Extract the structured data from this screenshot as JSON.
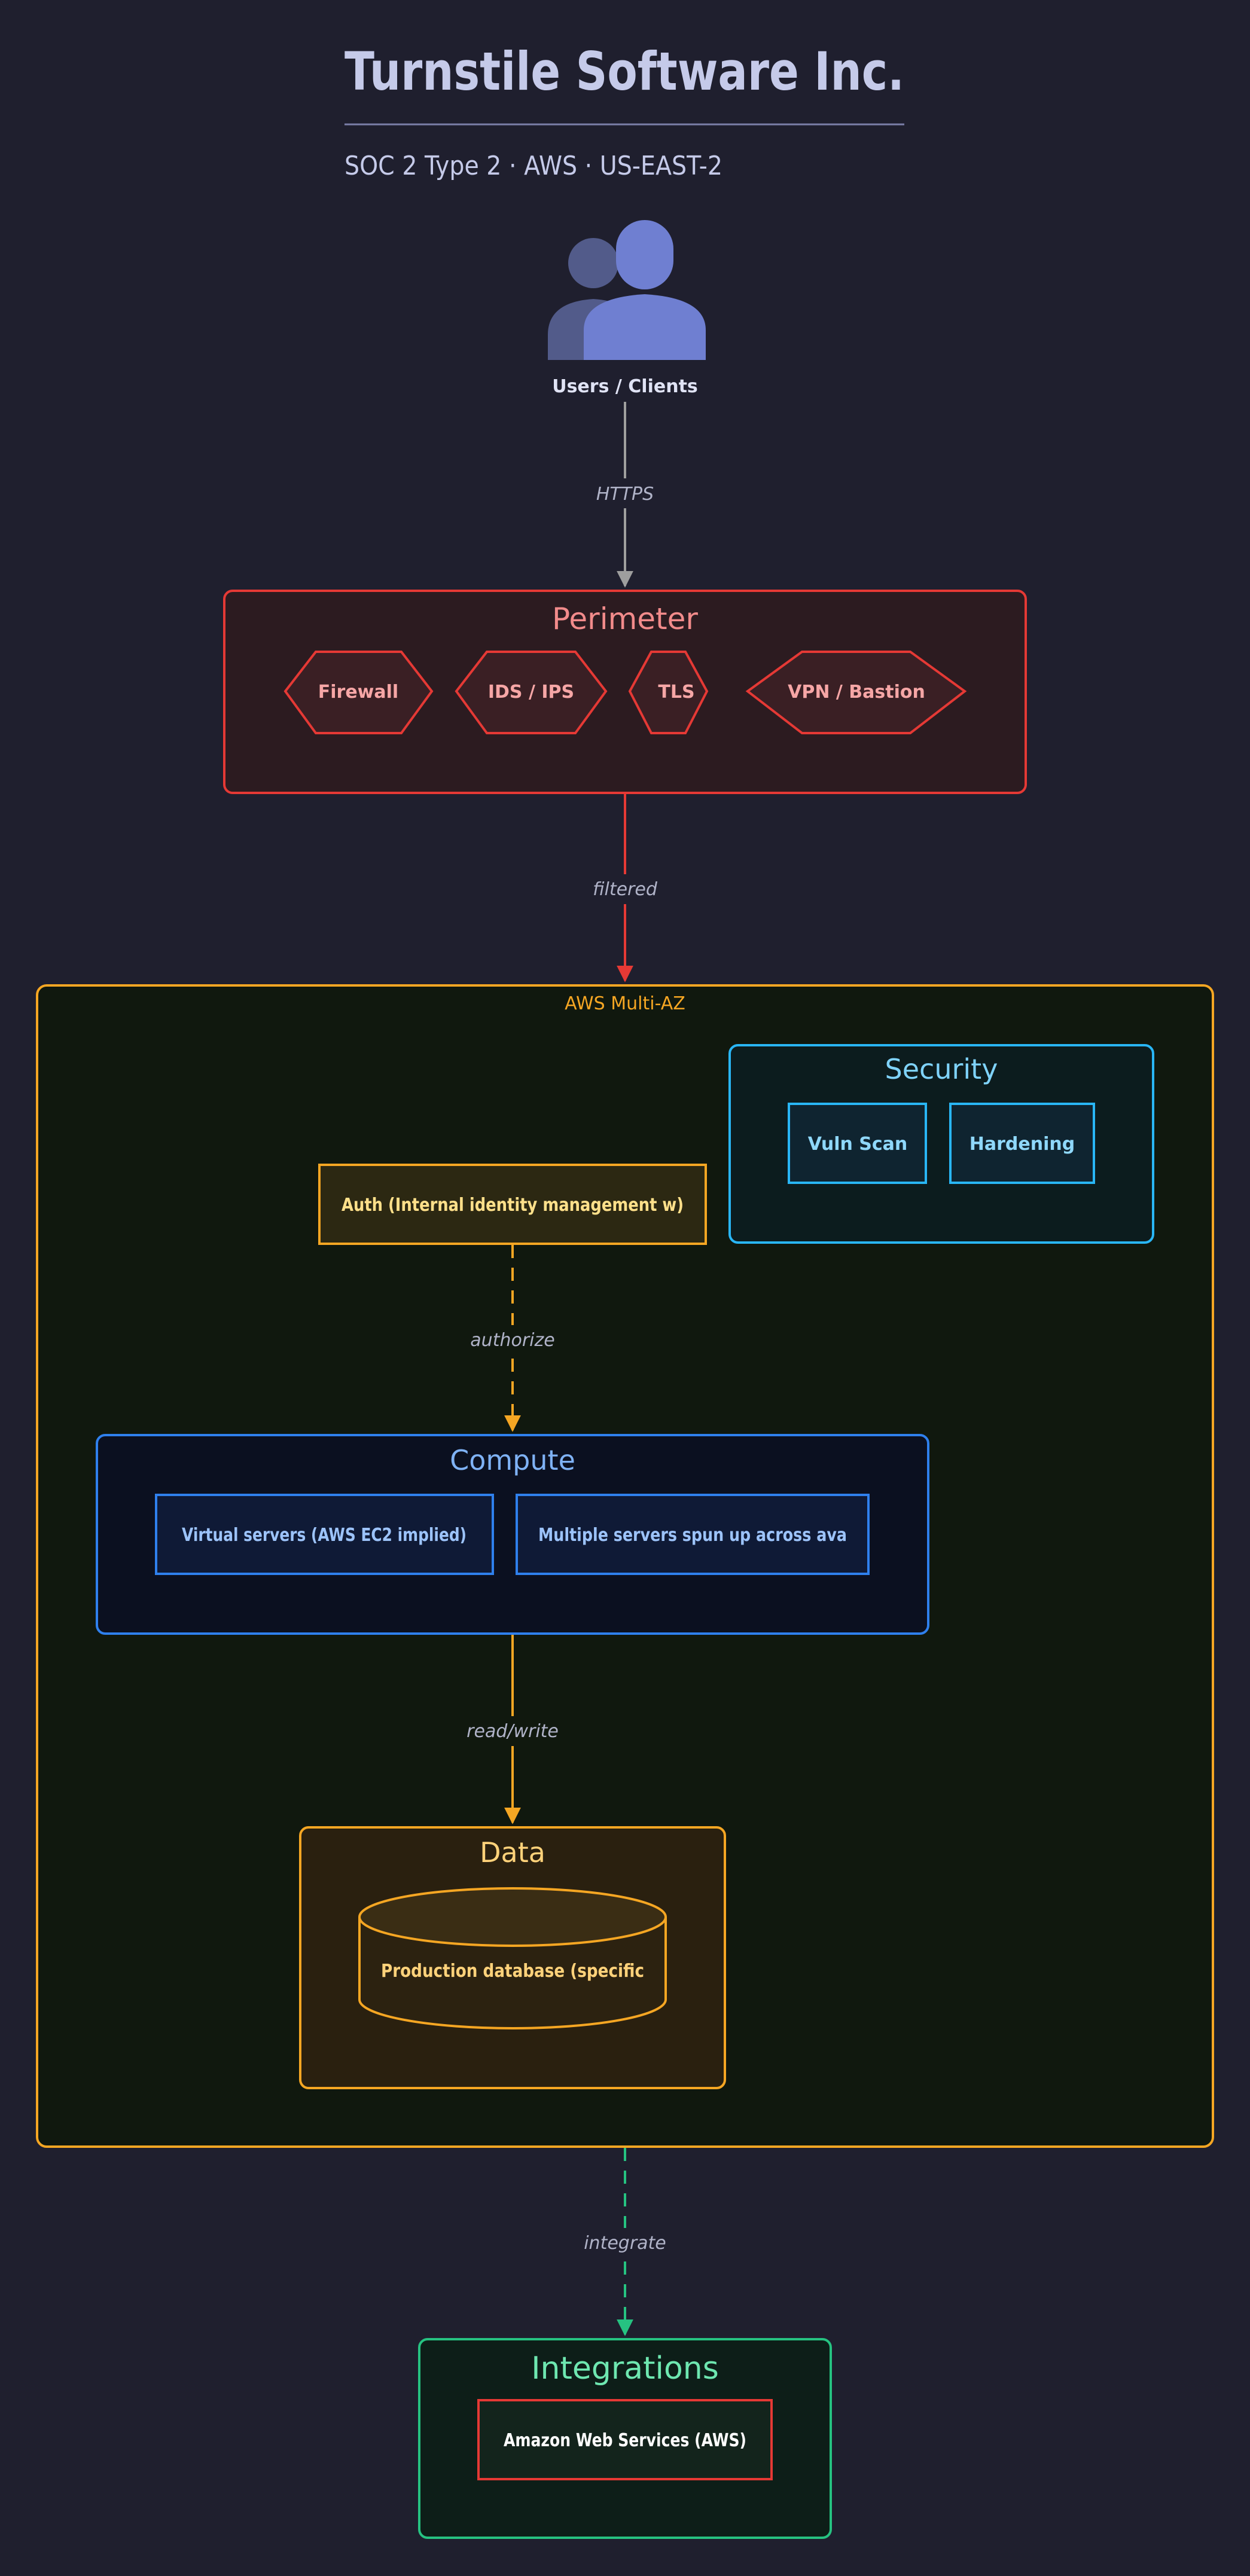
{
  "header": {
    "title": "Turnstile Software Inc.",
    "subtitle": "SOC 2 Type 2 · AWS · US-EAST-2"
  },
  "users": {
    "label": "Users / Clients",
    "icon": "users-icon"
  },
  "edges": {
    "https": "HTTPS",
    "filtered": "filtered",
    "authorize": "authorize",
    "read_write": "read/write",
    "integrate": "integrate"
  },
  "perimeter": {
    "title": "Perimeter",
    "items": [
      "Firewall",
      "IDS / IPS",
      "TLS",
      "VPN / Bastion"
    ]
  },
  "aws": {
    "label": "AWS Multi-AZ"
  },
  "security": {
    "title": "Security",
    "items": [
      "Vuln Scan",
      "Hardening"
    ]
  },
  "auth": {
    "label": "Auth (Internal identity management w)"
  },
  "compute": {
    "title": "Compute",
    "items": [
      "Virtual servers (AWS EC2 implied)",
      "Multiple servers spun up across ava"
    ]
  },
  "data_group": {
    "title": "Data",
    "db_label": "Production database (specific",
    "icon": "database-cylinder-icon"
  },
  "integrations": {
    "title": "Integrations",
    "items": [
      "Amazon Web Services (AWS)"
    ]
  },
  "colors": {
    "background": "#1f1f2e",
    "title_text": "#c5cae9",
    "perimeter": "#e53935",
    "aws": "#f5a623",
    "security": "#29b6f6",
    "compute": "#2f80ed",
    "data": "#f5a623",
    "integrations": "#26c281"
  }
}
